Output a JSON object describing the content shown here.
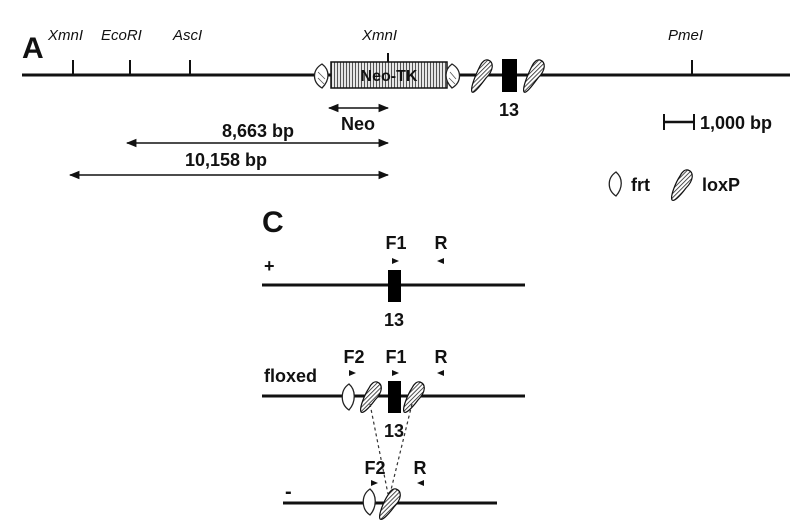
{
  "panel_a": {
    "letter": "A",
    "sites": [
      "XmnI",
      "EcoRI",
      "AscI",
      "XmnI",
      "PmeI"
    ],
    "cassette": "Neo-TK",
    "exon": "13",
    "neo": "Neo",
    "frag1": "8,663 bp",
    "frag2": "10,158 bp",
    "scale": "1,000 bp",
    "legend_frt": "frt",
    "legend_loxp": "loxP"
  },
  "panel_c": {
    "letter": "C",
    "wt_label": "+",
    "floxed_label": "floxed",
    "null_label": "-",
    "primer_f1": "F1",
    "primer_f2": "F2",
    "primer_r": "R",
    "exon": "13"
  },
  "colors": {
    "line": "#111111",
    "exon": "#000000",
    "background": "#ffffff"
  }
}
